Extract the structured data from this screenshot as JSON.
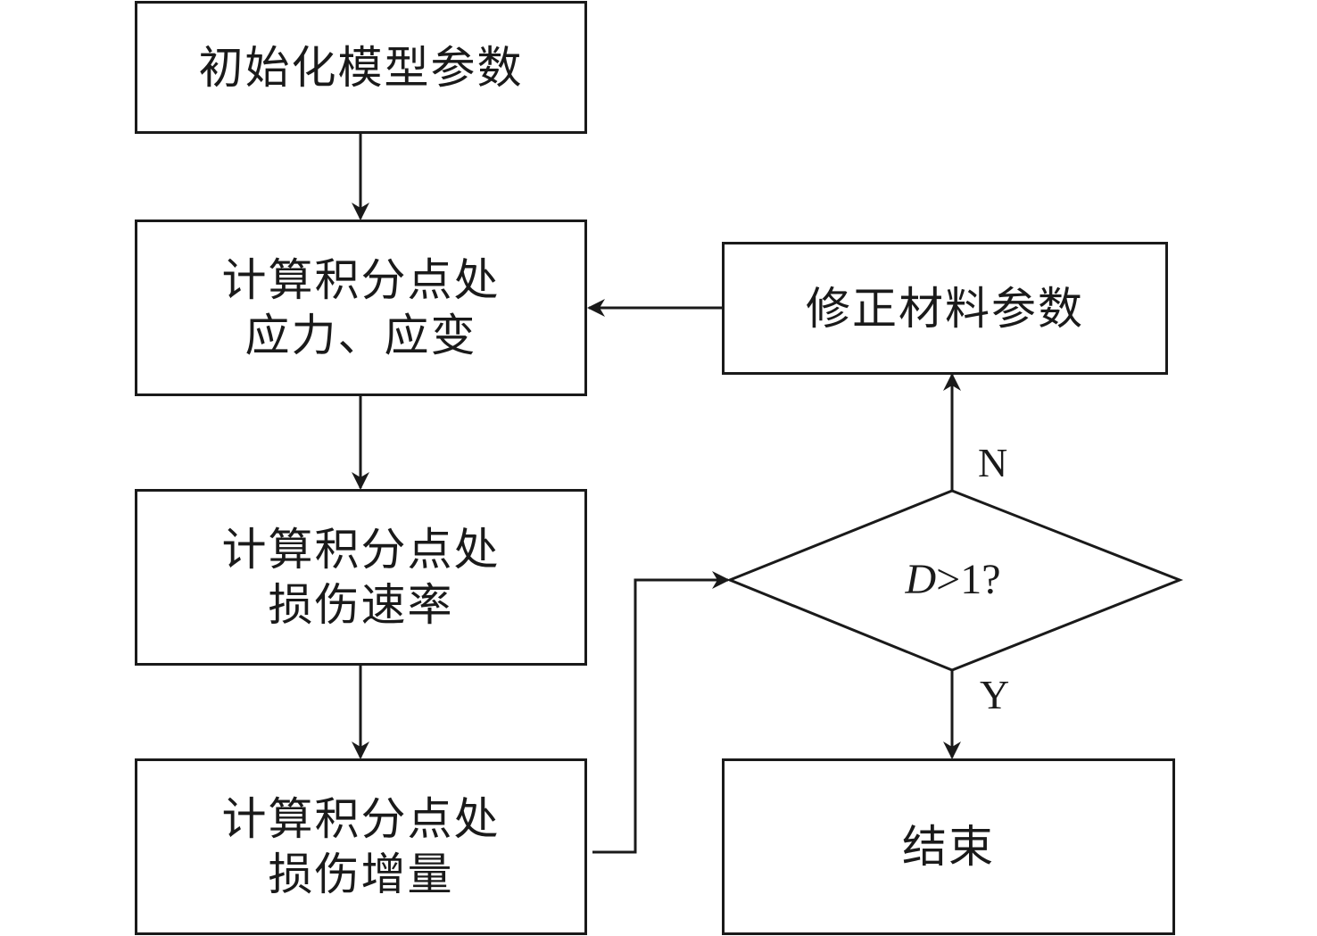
{
  "diagram": {
    "nodes": {
      "init": {
        "lines": [
          "初始化模型参数"
        ]
      },
      "stress": {
        "lines": [
          "计算积分点处",
          "应力、应变"
        ]
      },
      "rate": {
        "lines": [
          "计算积分点处",
          "损伤速率"
        ]
      },
      "increment": {
        "lines": [
          "计算积分点处",
          "损伤增量"
        ]
      },
      "decision": {
        "var": "D",
        "rest": ">1?"
      },
      "correct": {
        "lines": [
          "修正材料参数"
        ]
      },
      "end": {
        "lines": [
          "结束"
        ]
      }
    },
    "edge_labels": {
      "no": "N",
      "yes": "Y"
    },
    "colors": {
      "stroke": "#1a1a1a",
      "background": "#ffffff"
    }
  }
}
